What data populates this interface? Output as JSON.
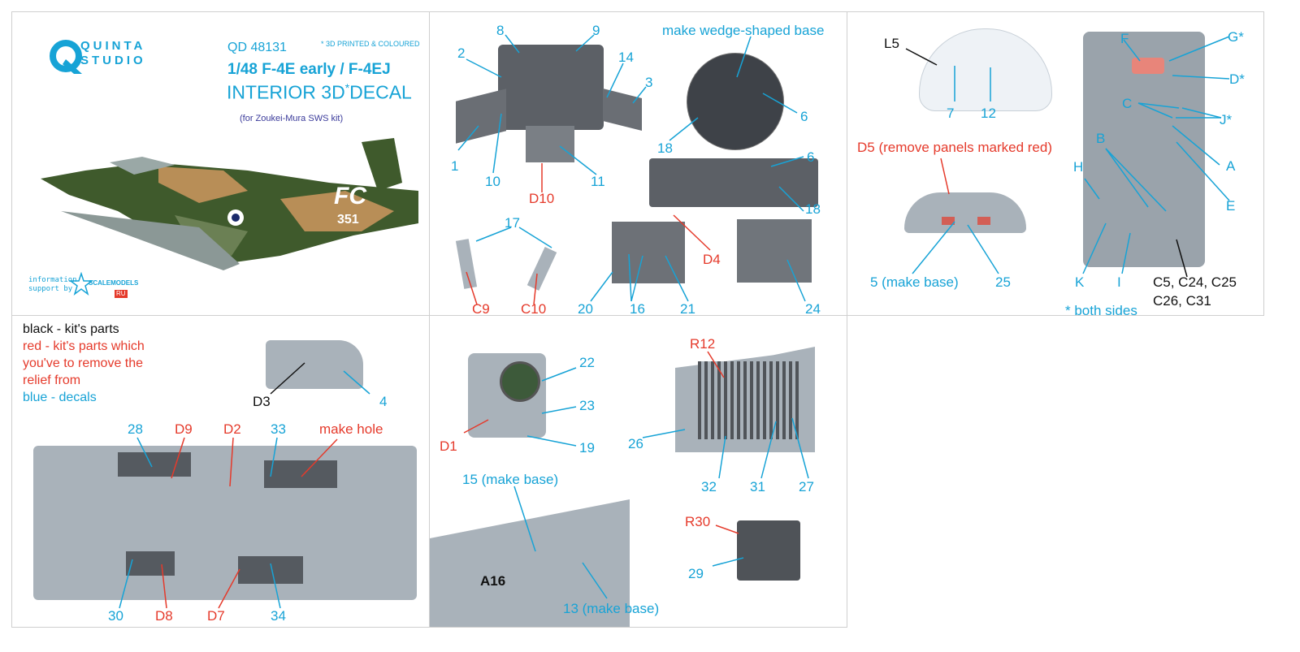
{
  "brand": {
    "logo_top": "QUINTA",
    "logo_bottom": "STUDIO",
    "info_line1": "information",
    "info_line2": "support by",
    "partner": "SCALEMODELS",
    "partner_suffix": "RU"
  },
  "header": {
    "code": "QD 48131",
    "asterisk_note": "* 3D PRINTED & COLOURED",
    "title": "1/48 F-4E early / F-4EJ",
    "subtitle_main": "INTERIOR 3D",
    "subtitle_star": "*",
    "subtitle_end": "DECAL",
    "kit_note": "(for Zoukei-Mura SWS kit)",
    "aircraft_code": "FC",
    "aircraft_serial": "351"
  },
  "colors": {
    "blue": "#17a3d6",
    "red": "#e53a2b",
    "black": "#111111",
    "part_grey": "#a9b2ba",
    "camo_green": "#3f5a2c",
    "camo_tan": "#b88e57"
  },
  "panel_top_middle": {
    "labels_blue": [
      "8",
      "9",
      "2",
      "14",
      "3",
      "1",
      "10",
      "11",
      "17",
      "20",
      "16",
      "21",
      "24",
      "6",
      "18",
      "6",
      "18"
    ],
    "wedge_note": "make wedge-shaped base",
    "labels_red": [
      "D10",
      "C9",
      "C10",
      "D4"
    ]
  },
  "panel_top_right": {
    "l5": "L5",
    "labels_blue": [
      "7",
      "12",
      "5 (make base)",
      "25",
      "F",
      "G*",
      "D*",
      "C",
      "J*",
      "B",
      "A",
      "H",
      "E",
      "K",
      "I"
    ],
    "d5_note": "D5 (remove panels marked red)",
    "seat_parts_line1": "C5, C24, C25",
    "seat_parts_line2": "C26, C31",
    "both_sides": "* both sides"
  },
  "legend": {
    "black": "black - kit's parts",
    "red_line1": "red - kit's parts which",
    "red_line2": "you've to remove the",
    "red_line3": "relief from",
    "blue": "blue - decals"
  },
  "panel_bottom_left": {
    "d3": "D3",
    "four": "4",
    "labels_blue": [
      "28",
      "33",
      "30",
      "34"
    ],
    "labels_red": [
      "D9",
      "D2",
      "make hole",
      "D8",
      "D7"
    ]
  },
  "panel_bottom_middle": {
    "labels_blue": [
      "22",
      "23",
      "19",
      "15 (make base)",
      "13 (make base)",
      "26",
      "32",
      "31",
      "27",
      "29"
    ],
    "labels_red": [
      "D1",
      "R12",
      "R30"
    ],
    "a16": "A16"
  }
}
